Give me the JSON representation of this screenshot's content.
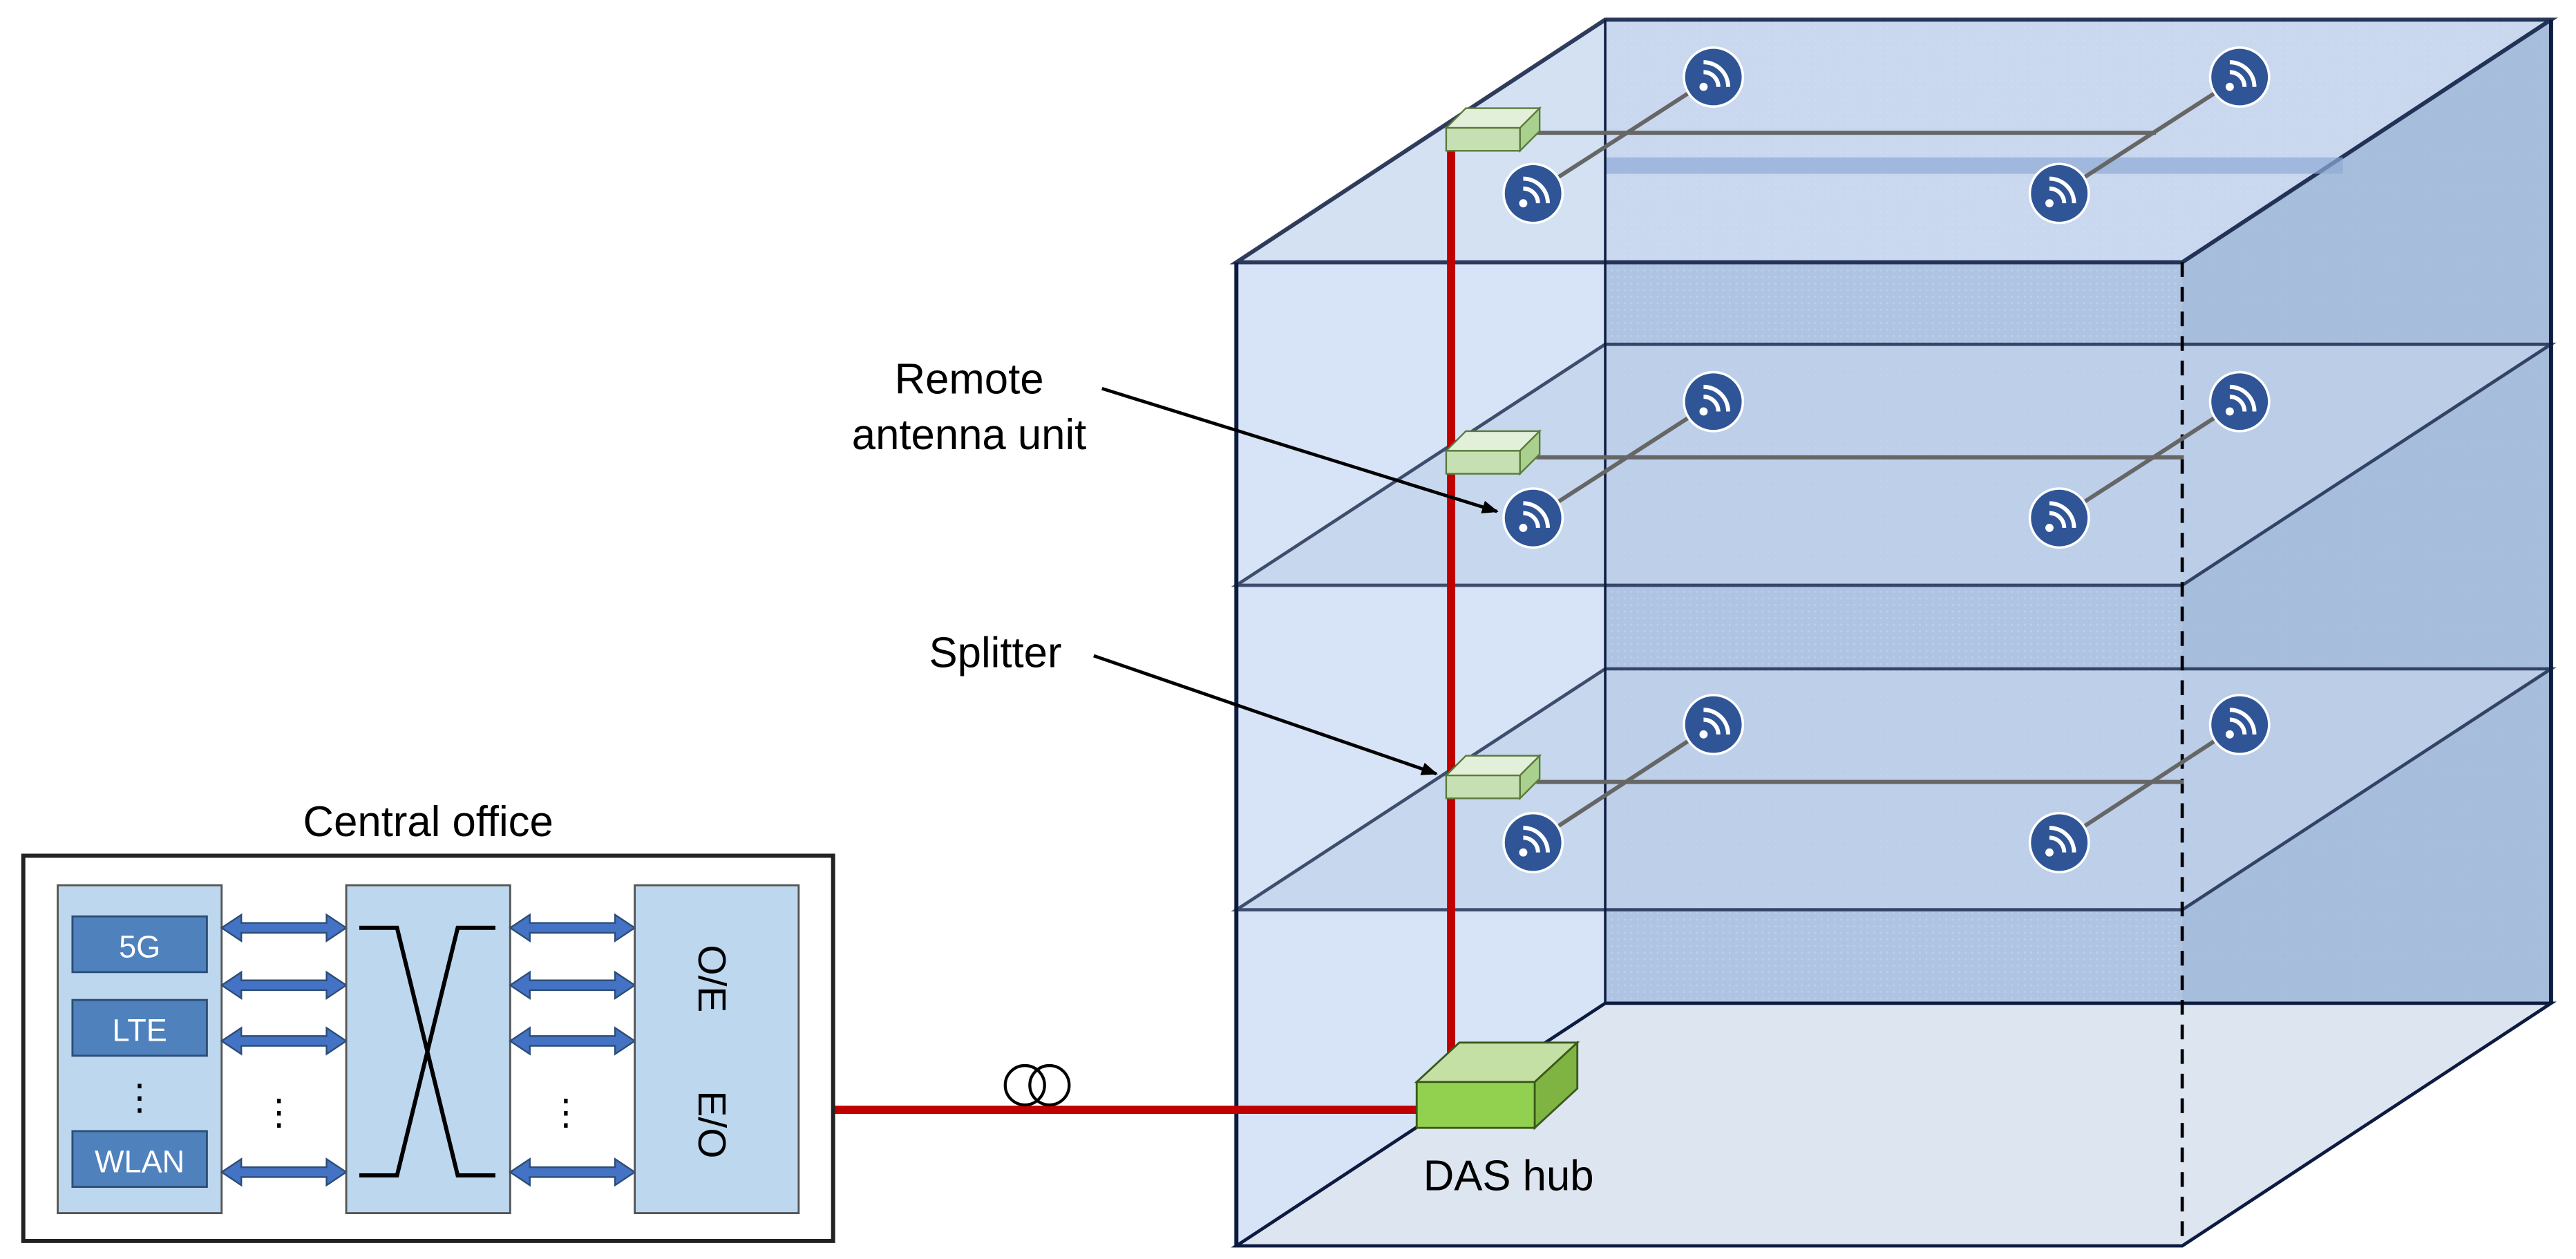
{
  "labels": {
    "central_office": "Central office",
    "remote_antenna_unit_line1": "Remote",
    "remote_antenna_unit_line2": "antenna unit",
    "splitter": "Splitter",
    "das_hub": "DAS hub"
  },
  "central_office": {
    "services": [
      "5G",
      "LTE",
      "⋮",
      "WLAN"
    ],
    "matrix_ellipsis": "⋮",
    "converter_ellipsis": "⋮",
    "converter_labels": [
      "O/E",
      "E/O"
    ]
  },
  "colors": {
    "fiber": "#c00000",
    "hub": "#92d050",
    "splitter": "#c6e0b4",
    "panel": "#bdd7ee",
    "service_box": "#4f81bd",
    "arrow": "#4472c4",
    "antenna": "#2f5597",
    "building_edge": "#0d1b40",
    "floor_fill": "#c7d6ee",
    "back_wall": "#9eb6d6",
    "side_wall": "#e1ecfb",
    "cable": "#666666"
  },
  "icons": {
    "antenna": "wifi-icon",
    "fiber_spool": "fiber-spool-icon"
  }
}
